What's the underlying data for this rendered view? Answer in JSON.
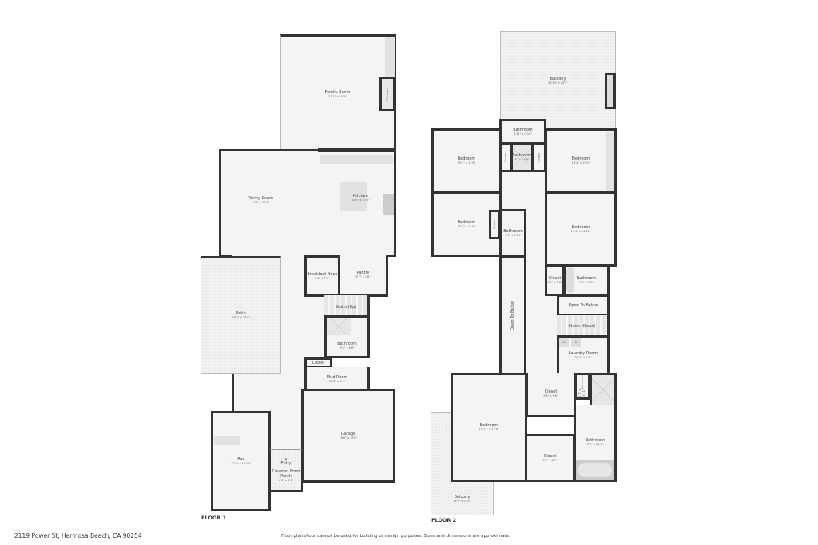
{
  "floor1": {
    "label": "FLOOR 1",
    "rooms": {
      "family_room": {
        "name": "Family Room",
        "dim": "23'1\" x 23'3\""
      },
      "fireplace": {
        "name": "Fireplace"
      },
      "dining_room": {
        "name": "Dining Room",
        "dim": "14'6\" x 21'4\""
      },
      "kitchen": {
        "name": "Kitchen",
        "dim": "15'5\" x 23'8\""
      },
      "breakfast_nook": {
        "name": "Breakfast Nook",
        "dim": "8'6\" x 7'6\""
      },
      "pantry": {
        "name": "Pantry",
        "dim": "9'7\" x 7'6\""
      },
      "patio": {
        "name": "Patio",
        "dim": "16'2\" x 23'9\""
      },
      "stairs_up": {
        "name": "Stairs (Up)"
      },
      "bathroom": {
        "name": "Bathroom",
        "dim": "8'3\" x 8'6\""
      },
      "closet": {
        "name": "Closet"
      },
      "mud_room": {
        "name": "Mud Room",
        "dim": "12'8\" x 6'2\""
      },
      "garage": {
        "name": "Garage",
        "dim": "18'6\" x 18'6\""
      },
      "bar": {
        "name": "Bar",
        "dim": "11'5\" x 19'10\""
      },
      "entry": {
        "name": "Entry"
      },
      "porch": {
        "name": "Covered Front Porch",
        "dim": "6'4\" x 8'2\""
      }
    }
  },
  "floor2": {
    "label": "FLOOR 2",
    "rooms": {
      "balcony_top": {
        "name": "Balcony",
        "dim": "23'10\" x 20'2\""
      },
      "bath_top": {
        "name": "Bathroom",
        "dim": "8'11\" x 4'10\""
      },
      "bedroom_tl": {
        "name": "Bedroom",
        "dim": "13'7\" x 12'8\""
      },
      "closet_a": {
        "name": "Closet"
      },
      "bath_mid": {
        "name": "Bathroom",
        "dim": "4'1\" x 5'8\""
      },
      "closet_b": {
        "name": "Closet"
      },
      "bedroom_tr": {
        "name": "Bedroom",
        "dim": "14'4\" x 12'3\""
      },
      "bedroom_ml": {
        "name": "Bedroom",
        "dim": "13'7\" x 12'8\""
      },
      "closet_c": {
        "name": "Closet"
      },
      "bath_ml": {
        "name": "Bathroom",
        "dim": "5'1\" x 8'11\""
      },
      "bedroom_mr": {
        "name": "Bedroom",
        "dim": "14'4\" x 14'11\""
      },
      "closet_d": {
        "name": "Closet",
        "dim": "4'9\" x 5'8\""
      },
      "bath_mr": {
        "name": "Bathroom",
        "dim": "7'8\" x 5'8\""
      },
      "open_below_v": {
        "name": "Open To Below"
      },
      "open_below_h": {
        "name": "Open To Below"
      },
      "stairs_down": {
        "name": "Stairs (Down)"
      },
      "laundry": {
        "name": "Laundry Room",
        "dim": "10'1\" x 7'8\"",
        "w": "W",
        "d": "D"
      },
      "bath_small": {
        "name": "Bathroom",
        "dim": "2'7\" x 4'11\""
      },
      "closet_e": {
        "name": "Closet",
        "dim": "9'5\" x 8'6\""
      },
      "bedroom_main": {
        "name": "Bedroom",
        "dim": "14'11\" x 21'6\""
      },
      "closet_f": {
        "name": "Closet",
        "dim": "9'5\" x 8'7\""
      },
      "bath_main": {
        "name": "Bathroom",
        "dim": "8'7\" x 21'6\""
      },
      "balcony_bottom": {
        "name": "Balcony",
        "dim": "12'9\" x 21'0\""
      }
    }
  },
  "footer": {
    "address": "2119 Power St, Hermosa Beach, CA 90254",
    "disclaimer": "Floor plans/tour cannot be used for building or design purposes. Sizes and dimensions are approximate."
  }
}
